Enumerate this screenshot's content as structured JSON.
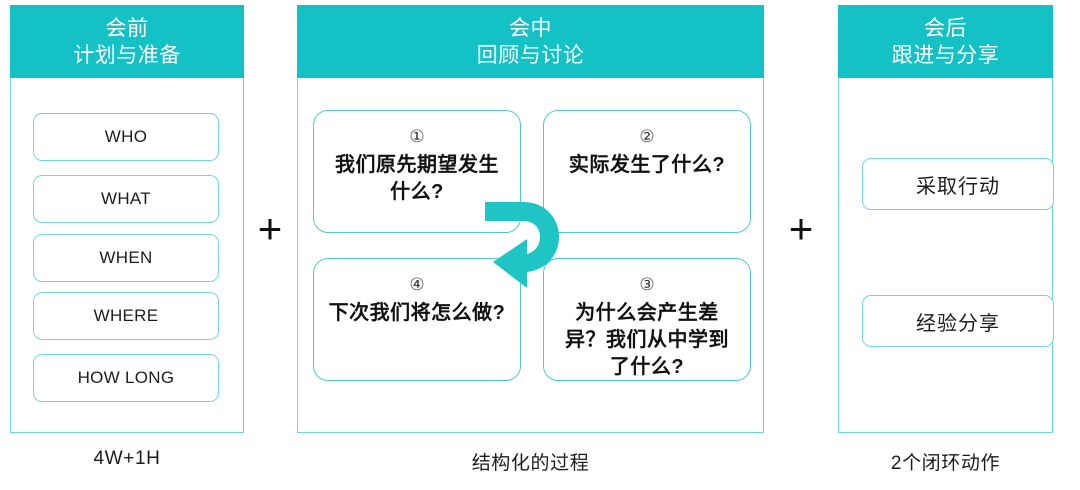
{
  "colors": {
    "header_teal": "#14c2c6",
    "panel_border": "#6ed7dd",
    "card_border": "#4fc9cf",
    "arrow_teal": "#1fc4c4",
    "text_dark": "#111111"
  },
  "panels": [
    {
      "id": "pre",
      "header_line1": "会前",
      "header_line2": "计划与准备",
      "caption": "4W+1H",
      "items": [
        {
          "label": "WHO"
        },
        {
          "label": "WHAT"
        },
        {
          "label": "WHEN"
        },
        {
          "label": "WHERE"
        },
        {
          "label": "HOW LONG"
        }
      ]
    },
    {
      "id": "mid",
      "header_line1": "会中",
      "header_line2": "回顾与讨论",
      "caption": "结构化的过程",
      "cards": [
        {
          "number": "①",
          "text": "我们原先期望发生什么?"
        },
        {
          "number": "②",
          "text": "实际发生了什么?"
        },
        {
          "number": "③",
          "text": "为什么会产生差异？我们从中学到了什么?"
        },
        {
          "number": "④",
          "text": "下次我们将怎么做?"
        }
      ],
      "cycle_arrow_icon": "curved-loop-arrow-icon"
    },
    {
      "id": "post",
      "header_line1": "会后",
      "header_line2": "跟进与分享",
      "caption": "2个闭环动作",
      "items": [
        {
          "label": "采取行动"
        },
        {
          "label": "经验分享"
        }
      ]
    }
  ],
  "connectors": [
    {
      "symbol": "+",
      "name": "plus-connector-1"
    },
    {
      "symbol": "+",
      "name": "plus-connector-2"
    }
  ]
}
